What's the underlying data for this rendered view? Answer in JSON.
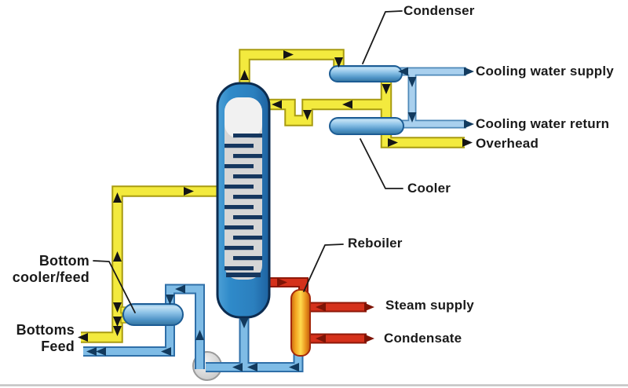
{
  "labels": {
    "condenser": "Condenser",
    "cooling_water_supply": "Cooling water supply",
    "cooling_water_return": "Cooling water return",
    "overhead": "Overhead",
    "cooler": "Cooler",
    "reboiler": "Reboiler",
    "steam_supply": "Steam supply",
    "condensate": "Condensate",
    "bottom_cooler_feed_line1": "Bottom",
    "bottom_cooler_feed_line2": "cooler/feed",
    "bottoms": "Bottoms",
    "feed": "Feed"
  },
  "colors": {
    "pipe_yellow": "#F3EA3E",
    "pipe_yellow_outline": "#A89B10",
    "pipe_blue": "#7FBCE6",
    "pipe_blue_outline": "#2F6FA8",
    "cooling_water": "#A9D0EE",
    "cooling_water_outline": "#4E88B8",
    "pipe_red": "#D5311B",
    "pipe_red_outline": "#8F1808",
    "column_outline": "#0C2C50",
    "tray_navy": "#15365E",
    "arrow_black": "#151515",
    "arrow_navy": "#123A5E",
    "arrow_darkred": "#7E1406",
    "label_color": "#1A1A1A"
  }
}
